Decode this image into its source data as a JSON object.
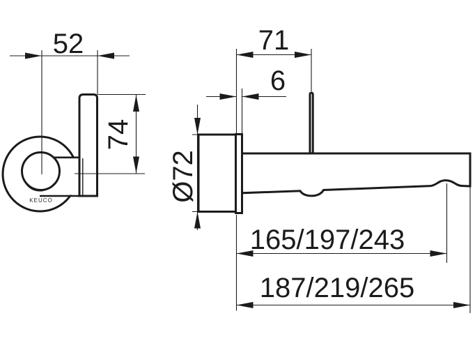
{
  "drawing": {
    "brand_label": "KEUCO",
    "dimensions": {
      "handle_width": "52",
      "lever_height": "74",
      "handle_pin_offset": "71",
      "escutcheon_rim_depth": "6",
      "escutcheon_diameter": "Ø72",
      "outlet_reach_variants": "165/197/243",
      "total_reach_variants": "187/219/265"
    }
  }
}
